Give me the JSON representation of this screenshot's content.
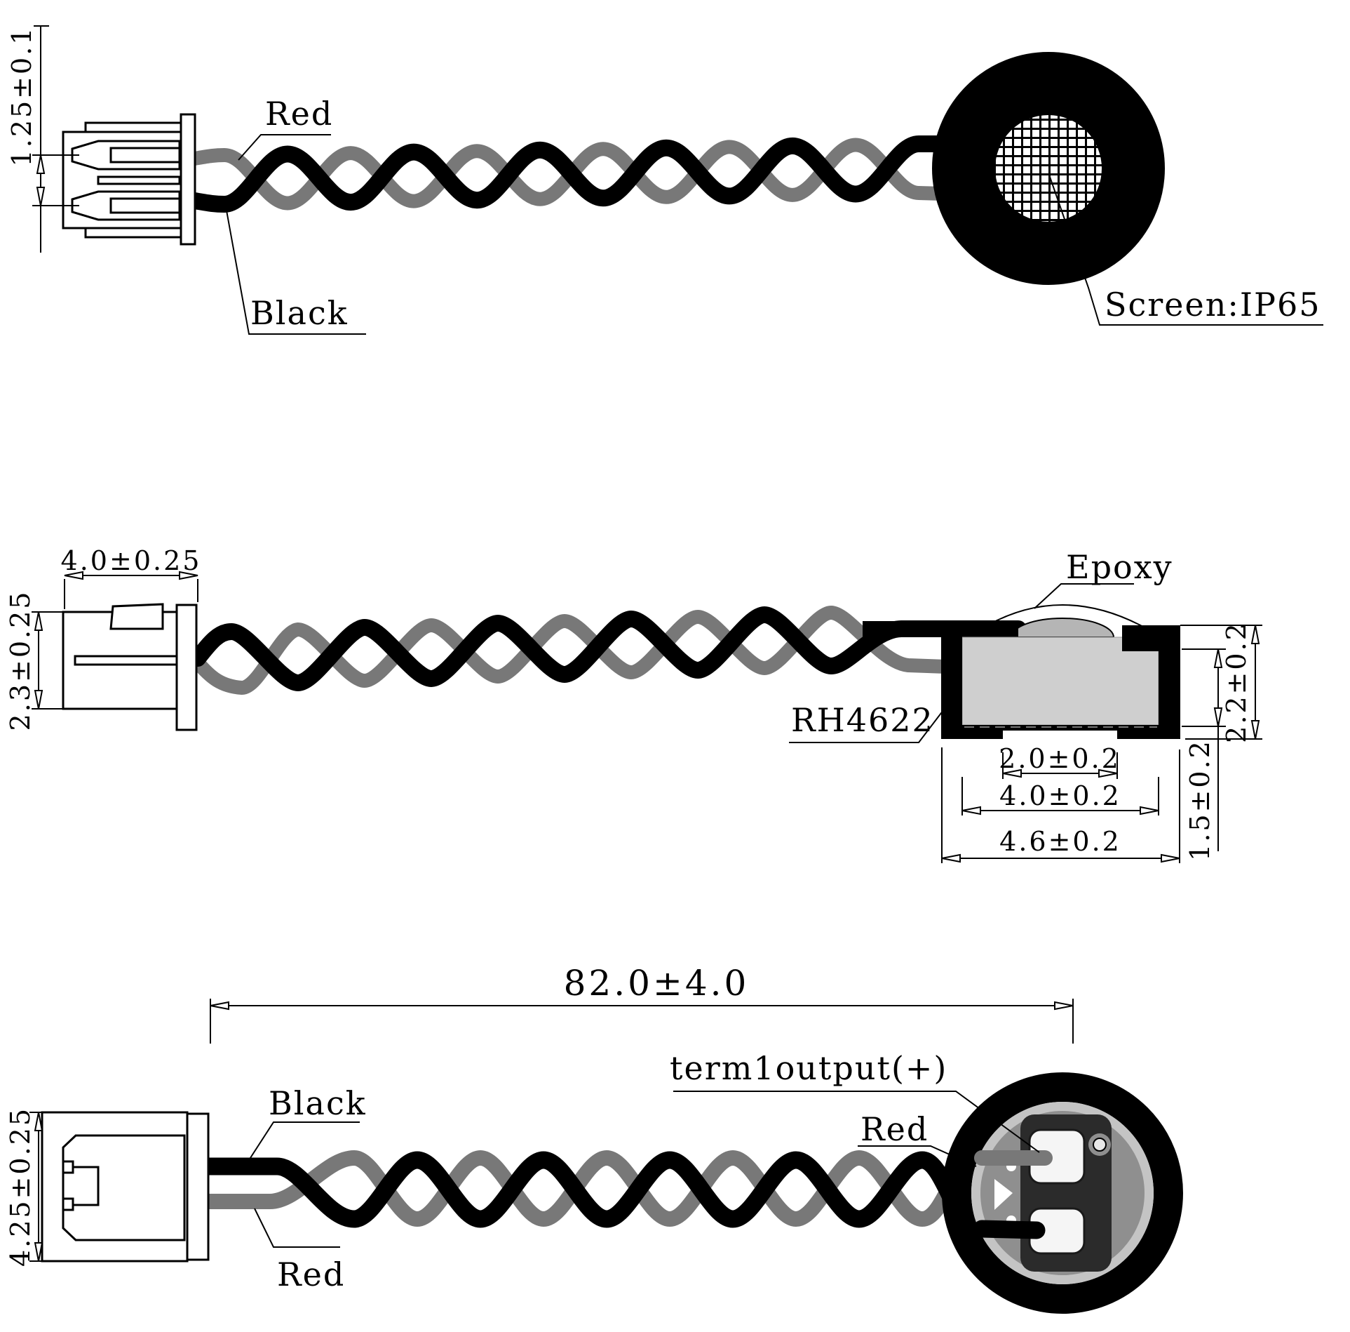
{
  "drawing": {
    "top_view": {
      "pin_pitch": "1.25±0.1",
      "red_label": "Red",
      "black_label": "Black",
      "screen_label": "Screen:IP65"
    },
    "middle_view": {
      "connector_width": "4.0±0.25",
      "connector_height": "2.3±0.25",
      "epoxy_label": "Epoxy",
      "model_label": "RH4622",
      "overall_height": "2.2±0.2",
      "base_height": "1.5±0.2",
      "slot_width": "2.0±0.2",
      "body_width": "4.0±0.2",
      "overall_width": "4.6±0.2"
    },
    "bottom_view": {
      "cable_length": "82.0±4.0",
      "terminal_label": "term1output(+)",
      "red_wire_label": "Red",
      "black_wire_label": "Black",
      "red_connector_label": "Red",
      "connector_height": "4.25±0.25"
    },
    "colors": {
      "black_wire": "#000000",
      "red_wire": "#787878",
      "epoxy_fill": "#b5b5b5",
      "body_fill": "#cfcfcf",
      "disc_light": "#c4c4c4",
      "disc_mid": "#8f8f8f",
      "plate_dark": "#2b2b2b",
      "pad_light": "#f5f5f5"
    }
  }
}
